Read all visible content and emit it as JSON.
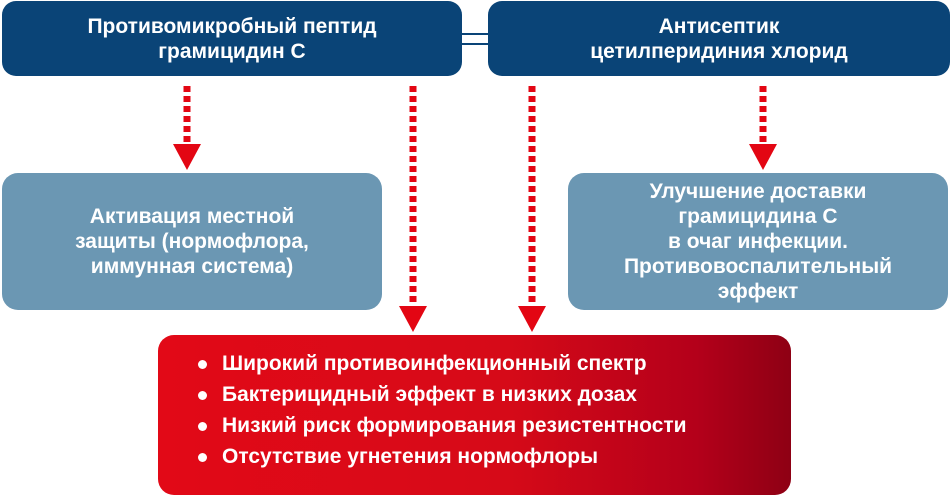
{
  "diagram": {
    "top_left": {
      "text": "Противомикробный пептид\nграмицидин С"
    },
    "top_right": {
      "text": "Антисептик\nцетилперидиния хлорид"
    },
    "mid_left": {
      "text": "Активация местной\nзащиты (нормофлора,\nиммунная система)"
    },
    "mid_right": {
      "text": "Улучшение доставки\nграмицидина С\nв очаг инфекции.\nПротивовоспалительный\nэффект"
    },
    "bottom": {
      "items": [
        "Широкий противоинфекционный спектр",
        "Бактерицидный эффект в низких дозах",
        "Низкий риск формирования резистентности",
        "Отсутствие угнетения нормофлоры"
      ]
    }
  },
  "colors": {
    "dark_blue": "#0a4477",
    "light_blue": "#6b97b3",
    "red": "#e20917",
    "arrow": "#e30613"
  }
}
